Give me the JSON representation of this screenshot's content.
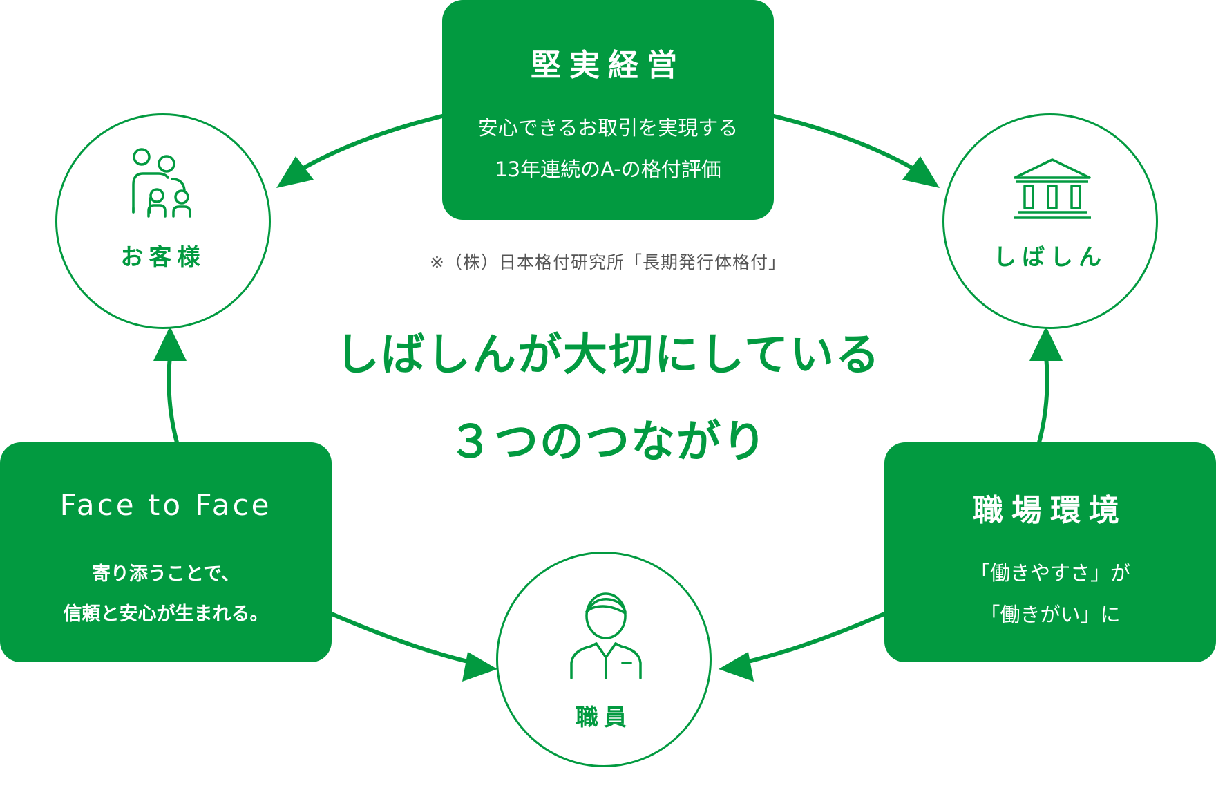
{
  "colors": {
    "accent": "#029a40",
    "background": "#ffffff",
    "note": "#555555"
  },
  "cards": {
    "management": {
      "title": "堅実経営",
      "lines": [
        "安心できるお取引を実現する",
        "13年連続のA-の格付評価"
      ]
    },
    "face_to_face": {
      "title": "Face to Face",
      "lines": [
        "寄り添うことで、",
        "信頼と安心が生まれる。"
      ]
    },
    "workplace": {
      "title": "職場環境",
      "lines": [
        "「働きやすさ」が",
        "「働きがい」に"
      ]
    }
  },
  "nodes": {
    "customers": {
      "label": "お客様",
      "icon": "family-icon"
    },
    "shibashin": {
      "label": "しばしん",
      "icon": "bank-building-icon"
    },
    "staff": {
      "label": "職員",
      "icon": "staff-person-icon"
    }
  },
  "note": "※（株）日本格付研究所「長期発行体格付」",
  "center_title": {
    "line1": "しばしんが大切にしている",
    "line2": "３つのつながり"
  }
}
